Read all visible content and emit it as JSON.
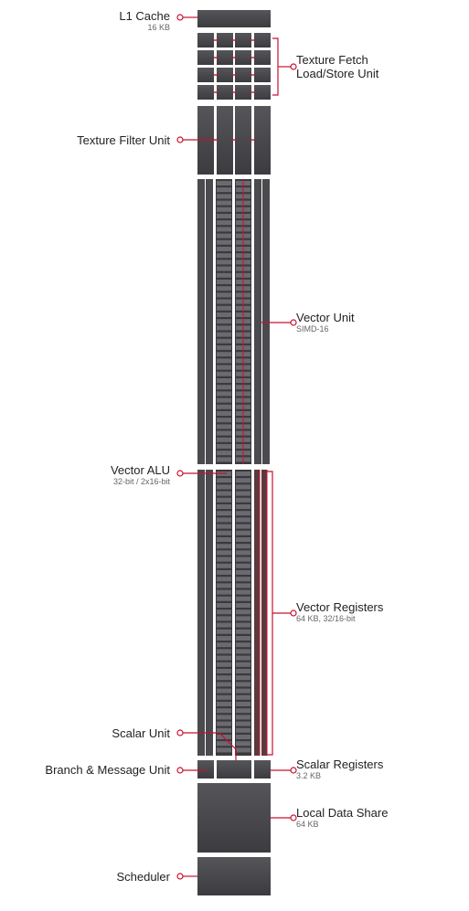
{
  "labels": {
    "l1_cache": {
      "title": "L1 Cache",
      "sub": "16 KB"
    },
    "texture_fetch": {
      "title": "Texture Fetch",
      "title2": "Load/Store Unit"
    },
    "texture_filter": {
      "title": "Texture Filter Unit"
    },
    "vector_unit": {
      "title": "Vector Unit",
      "sub": "SIMD-16"
    },
    "vector_alu": {
      "title": "Vector ALU",
      "sub": "32-bit / 2x16-bit"
    },
    "vector_registers": {
      "title": "Vector Registers",
      "sub": "64 KB, 32/16-bit"
    },
    "scalar_unit": {
      "title": "Scalar Unit"
    },
    "branch_message": {
      "title": "Branch & Message Unit"
    },
    "scalar_registers": {
      "title": "Scalar Registers",
      "sub": "3.2 KB"
    },
    "local_data_share": {
      "title": "Local Data Share",
      "sub": "64 KB"
    },
    "scheduler": {
      "title": "Scheduler"
    }
  },
  "colors": {
    "block": "#505055",
    "block_dark": "#3a3a3e",
    "lane": "#46464b",
    "accent": "#c8102e",
    "connector": "#c8102e"
  }
}
